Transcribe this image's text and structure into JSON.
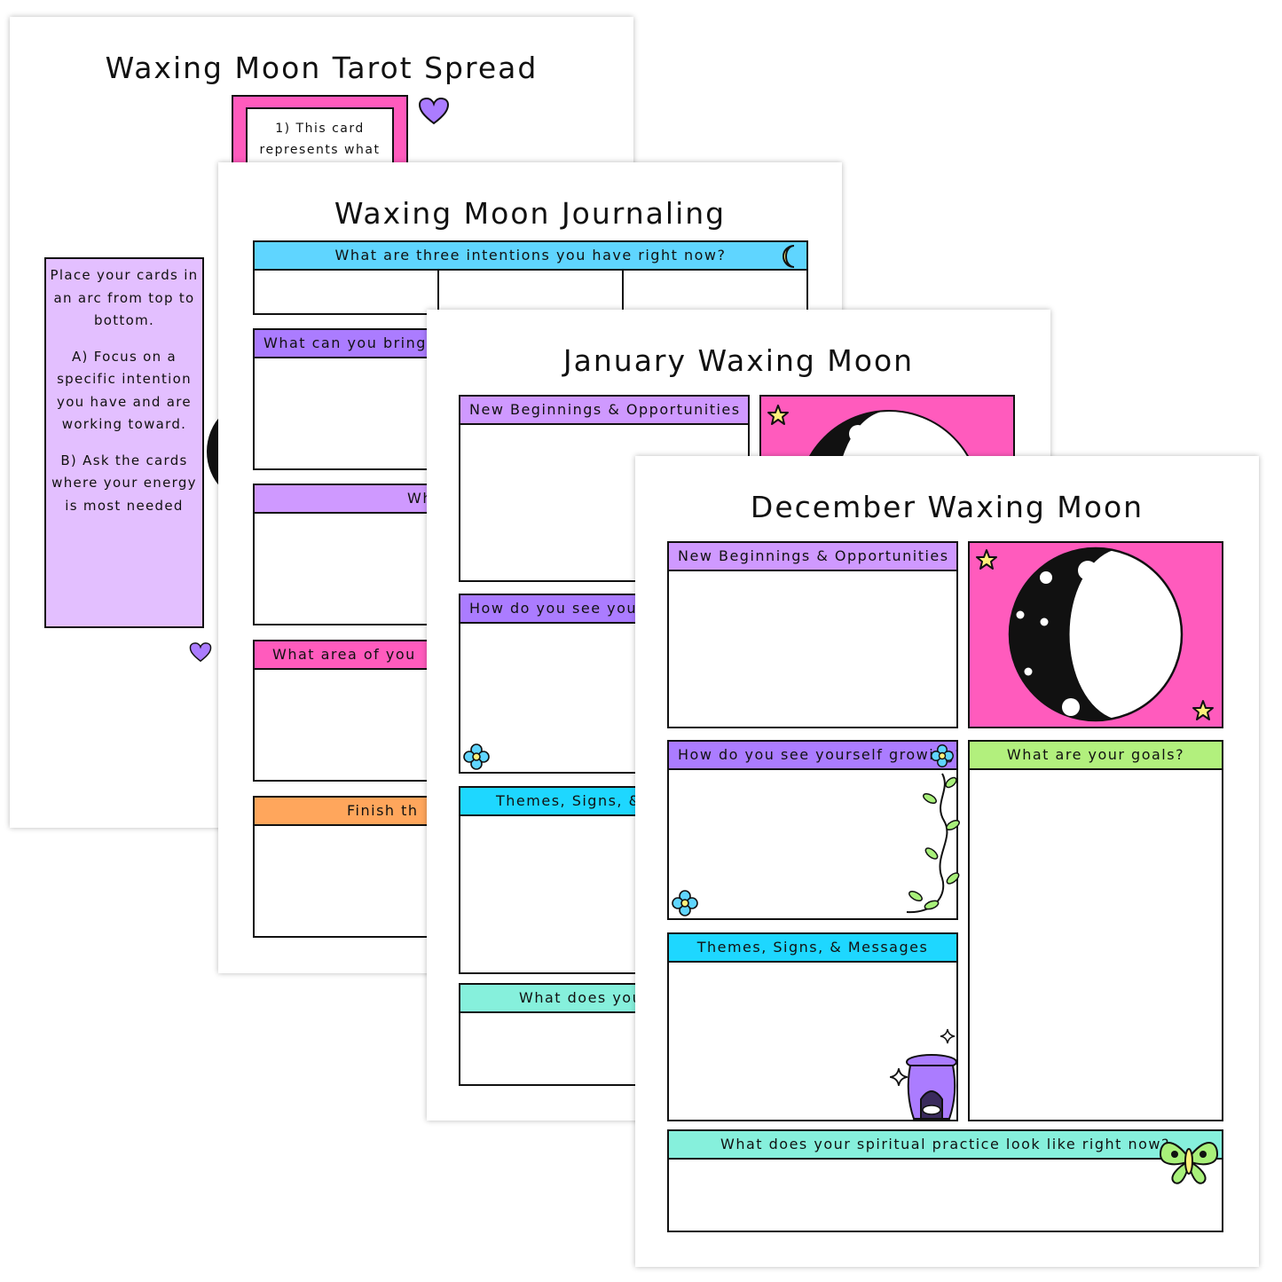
{
  "colors": {
    "purple": "#ab7cff",
    "lilac": "#cf99ff",
    "pink": "#ff5bbd",
    "cyan": "#1ed7ff",
    "sky": "#5fd5ff",
    "mint": "#86f0dc",
    "lime": "#b2f07d",
    "orange": "#ffa65c",
    "instruction_bg": "#e3bfff"
  },
  "tarot_page": {
    "title": "Waxing Moon Tarot Spread",
    "card1_text": "1) This card represents what",
    "instructions": {
      "p1": "Place your cards in an arc from top to bottom.",
      "p2": "A) Focus on a specific intention you have and are working toward.",
      "p3": "B) Ask the cards where your energy is most needed"
    },
    "icons": [
      "heart-icon",
      "heart-icon"
    ]
  },
  "journal_page": {
    "title": "Waxing Moon Journaling",
    "q1": "What are three intentions you have right now?",
    "q2": "What can you bring",
    "q3": "Wh",
    "q4": "What area of you",
    "q5": "Finish th"
  },
  "january_page": {
    "title": "January Waxing Moon",
    "sec1": "New Beginnings & Opportunities",
    "sec2": "How do you see yours",
    "sec3": "Themes, Signs, &",
    "sec4": "What does you"
  },
  "december_page": {
    "title": "December Waxing Moon",
    "sec1": "New Beginnings & Opportunities",
    "sec2": "How do you see yourself growing?",
    "sec3": "Themes, Signs, & Messages",
    "sec4": "What are your goals?",
    "sec5": "What does your spiritual practice look like right now?",
    "icons": [
      "moon-icon",
      "star-icon",
      "flower-icon",
      "vine-icon",
      "oil-burner-icon",
      "sparkle-icon",
      "moth-icon"
    ]
  }
}
